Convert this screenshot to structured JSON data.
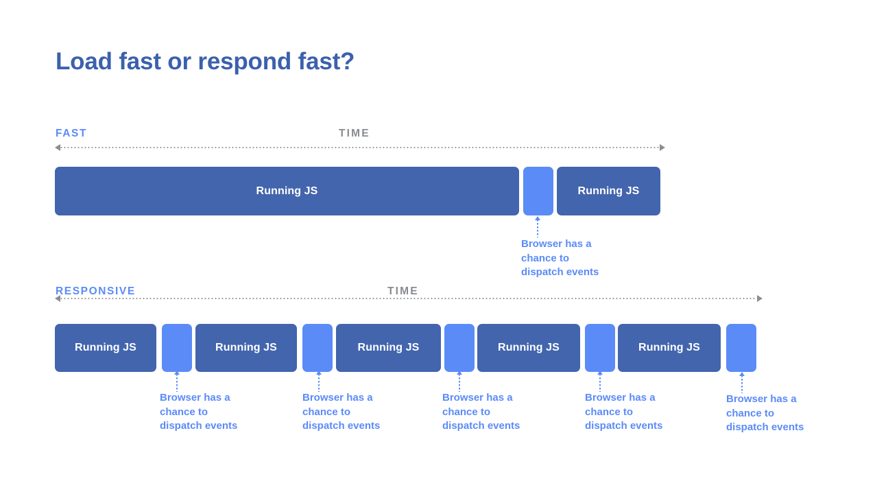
{
  "slide": {
    "title": "Load fast or respond fast?",
    "background": "#ffffff",
    "colors": {
      "title_blue": "#3b60ad",
      "accent_blue": "#5b8bf7",
      "block_dark_blue": "#4265ad",
      "gray_label": "#888b90",
      "axis_gray": "#8a8d93"
    }
  },
  "rows": [
    {
      "name": "fast",
      "label": "FAST",
      "time_label": "TIME",
      "blocks": [
        {
          "kind": "js",
          "label": "Running JS"
        },
        {
          "kind": "gap",
          "label": ""
        },
        {
          "kind": "js",
          "label": "Running JS"
        }
      ],
      "callouts": [
        {
          "text": "Browser has a\nchance to\ndispatch events"
        }
      ]
    },
    {
      "name": "responsive",
      "label": "RESPONSIVE",
      "time_label": "TIME",
      "blocks": [
        {
          "kind": "js",
          "label": "Running JS"
        },
        {
          "kind": "gap",
          "label": ""
        },
        {
          "kind": "js",
          "label": "Running JS"
        },
        {
          "kind": "gap",
          "label": ""
        },
        {
          "kind": "js",
          "label": "Running JS"
        },
        {
          "kind": "gap",
          "label": ""
        },
        {
          "kind": "js",
          "label": "Running JS"
        },
        {
          "kind": "gap",
          "label": ""
        },
        {
          "kind": "js",
          "label": "Running JS"
        },
        {
          "kind": "gap",
          "label": ""
        }
      ],
      "callouts": [
        {
          "text": "Browser has a\nchance to\ndispatch events"
        },
        {
          "text": "Browser has a\nchance to\ndispatch events"
        },
        {
          "text": "Browser has a\nchance to\ndispatch events"
        },
        {
          "text": "Browser has a\nchance to\ndispatch events"
        },
        {
          "text": "Browser has a\nchance to\ndispatch events"
        }
      ]
    }
  ]
}
